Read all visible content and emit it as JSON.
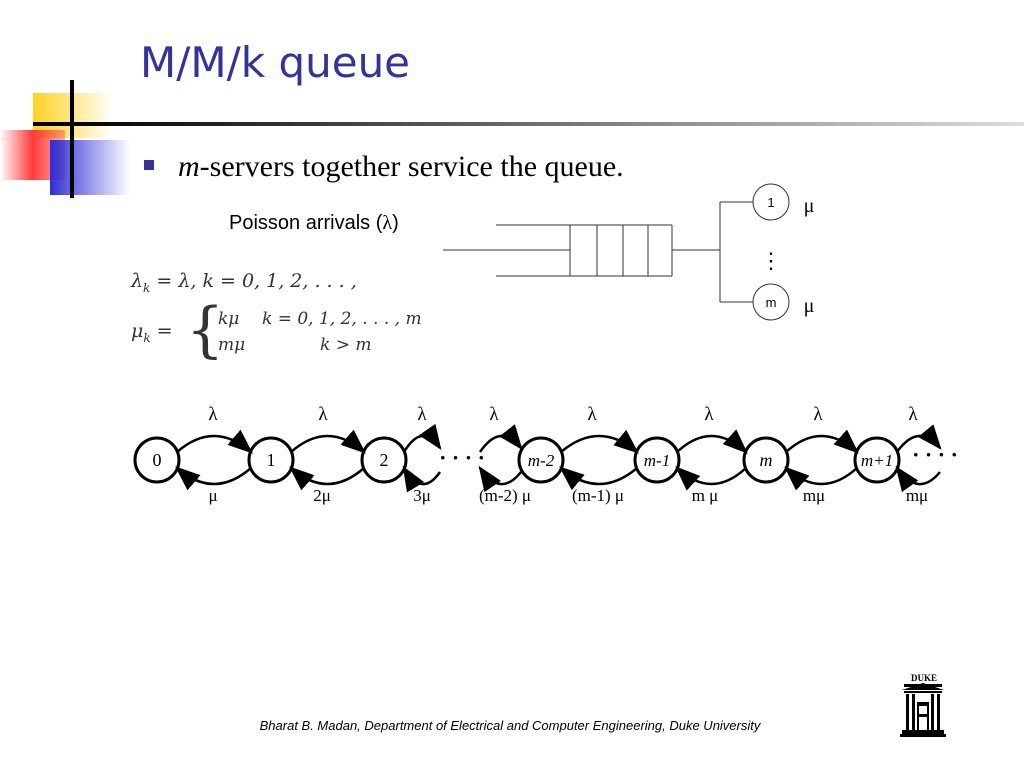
{
  "slide": {
    "title": "M/M/k queue",
    "bullet": {
      "em": "m",
      "text": "-servers together service the queue."
    },
    "arrivals": {
      "label": "Poisson arrivals (",
      "symbol": "λ",
      "close": ")"
    },
    "servers": {
      "first": "1",
      "last": "m",
      "dots": "⋮",
      "rate": "μ"
    },
    "equations": {
      "lambda_line": {
        "lhs": "λ",
        "sub": "k",
        "rest": " = λ,   k = 0, 1, 2, . . . ,"
      },
      "mu_lhs": {
        "lhs": "μ",
        "sub": "k",
        "eq": " ="
      },
      "mu_case1": {
        "val": "kμ",
        "cond": "k = 0, 1, 2, . . . , m"
      },
      "mu_case2": {
        "val": "mμ",
        "cond": "k > m"
      }
    },
    "chain": {
      "states": [
        "0",
        "1",
        "2",
        "m-2",
        "m-1",
        "m",
        "m+1"
      ],
      "dots": "· · · ·",
      "forward_rates": [
        "λ",
        "λ",
        "λ",
        "λ",
        "λ",
        "λ",
        "λ",
        "λ"
      ],
      "backward_rates": [
        "μ",
        "2μ",
        "3μ",
        "(m-2) μ",
        "(m-1) μ",
        "m μ",
        "mμ",
        "mμ"
      ]
    },
    "footer": "Bharat B. Madan,  Department of Electrical and Computer Engineering, Duke University",
    "logo": {
      "text": "DUKE"
    }
  },
  "colors": {
    "title": "#333399",
    "accent_yellow": "#FFD21F",
    "accent_red": "#FF3B3B",
    "accent_blue": "#2F2FD6"
  }
}
